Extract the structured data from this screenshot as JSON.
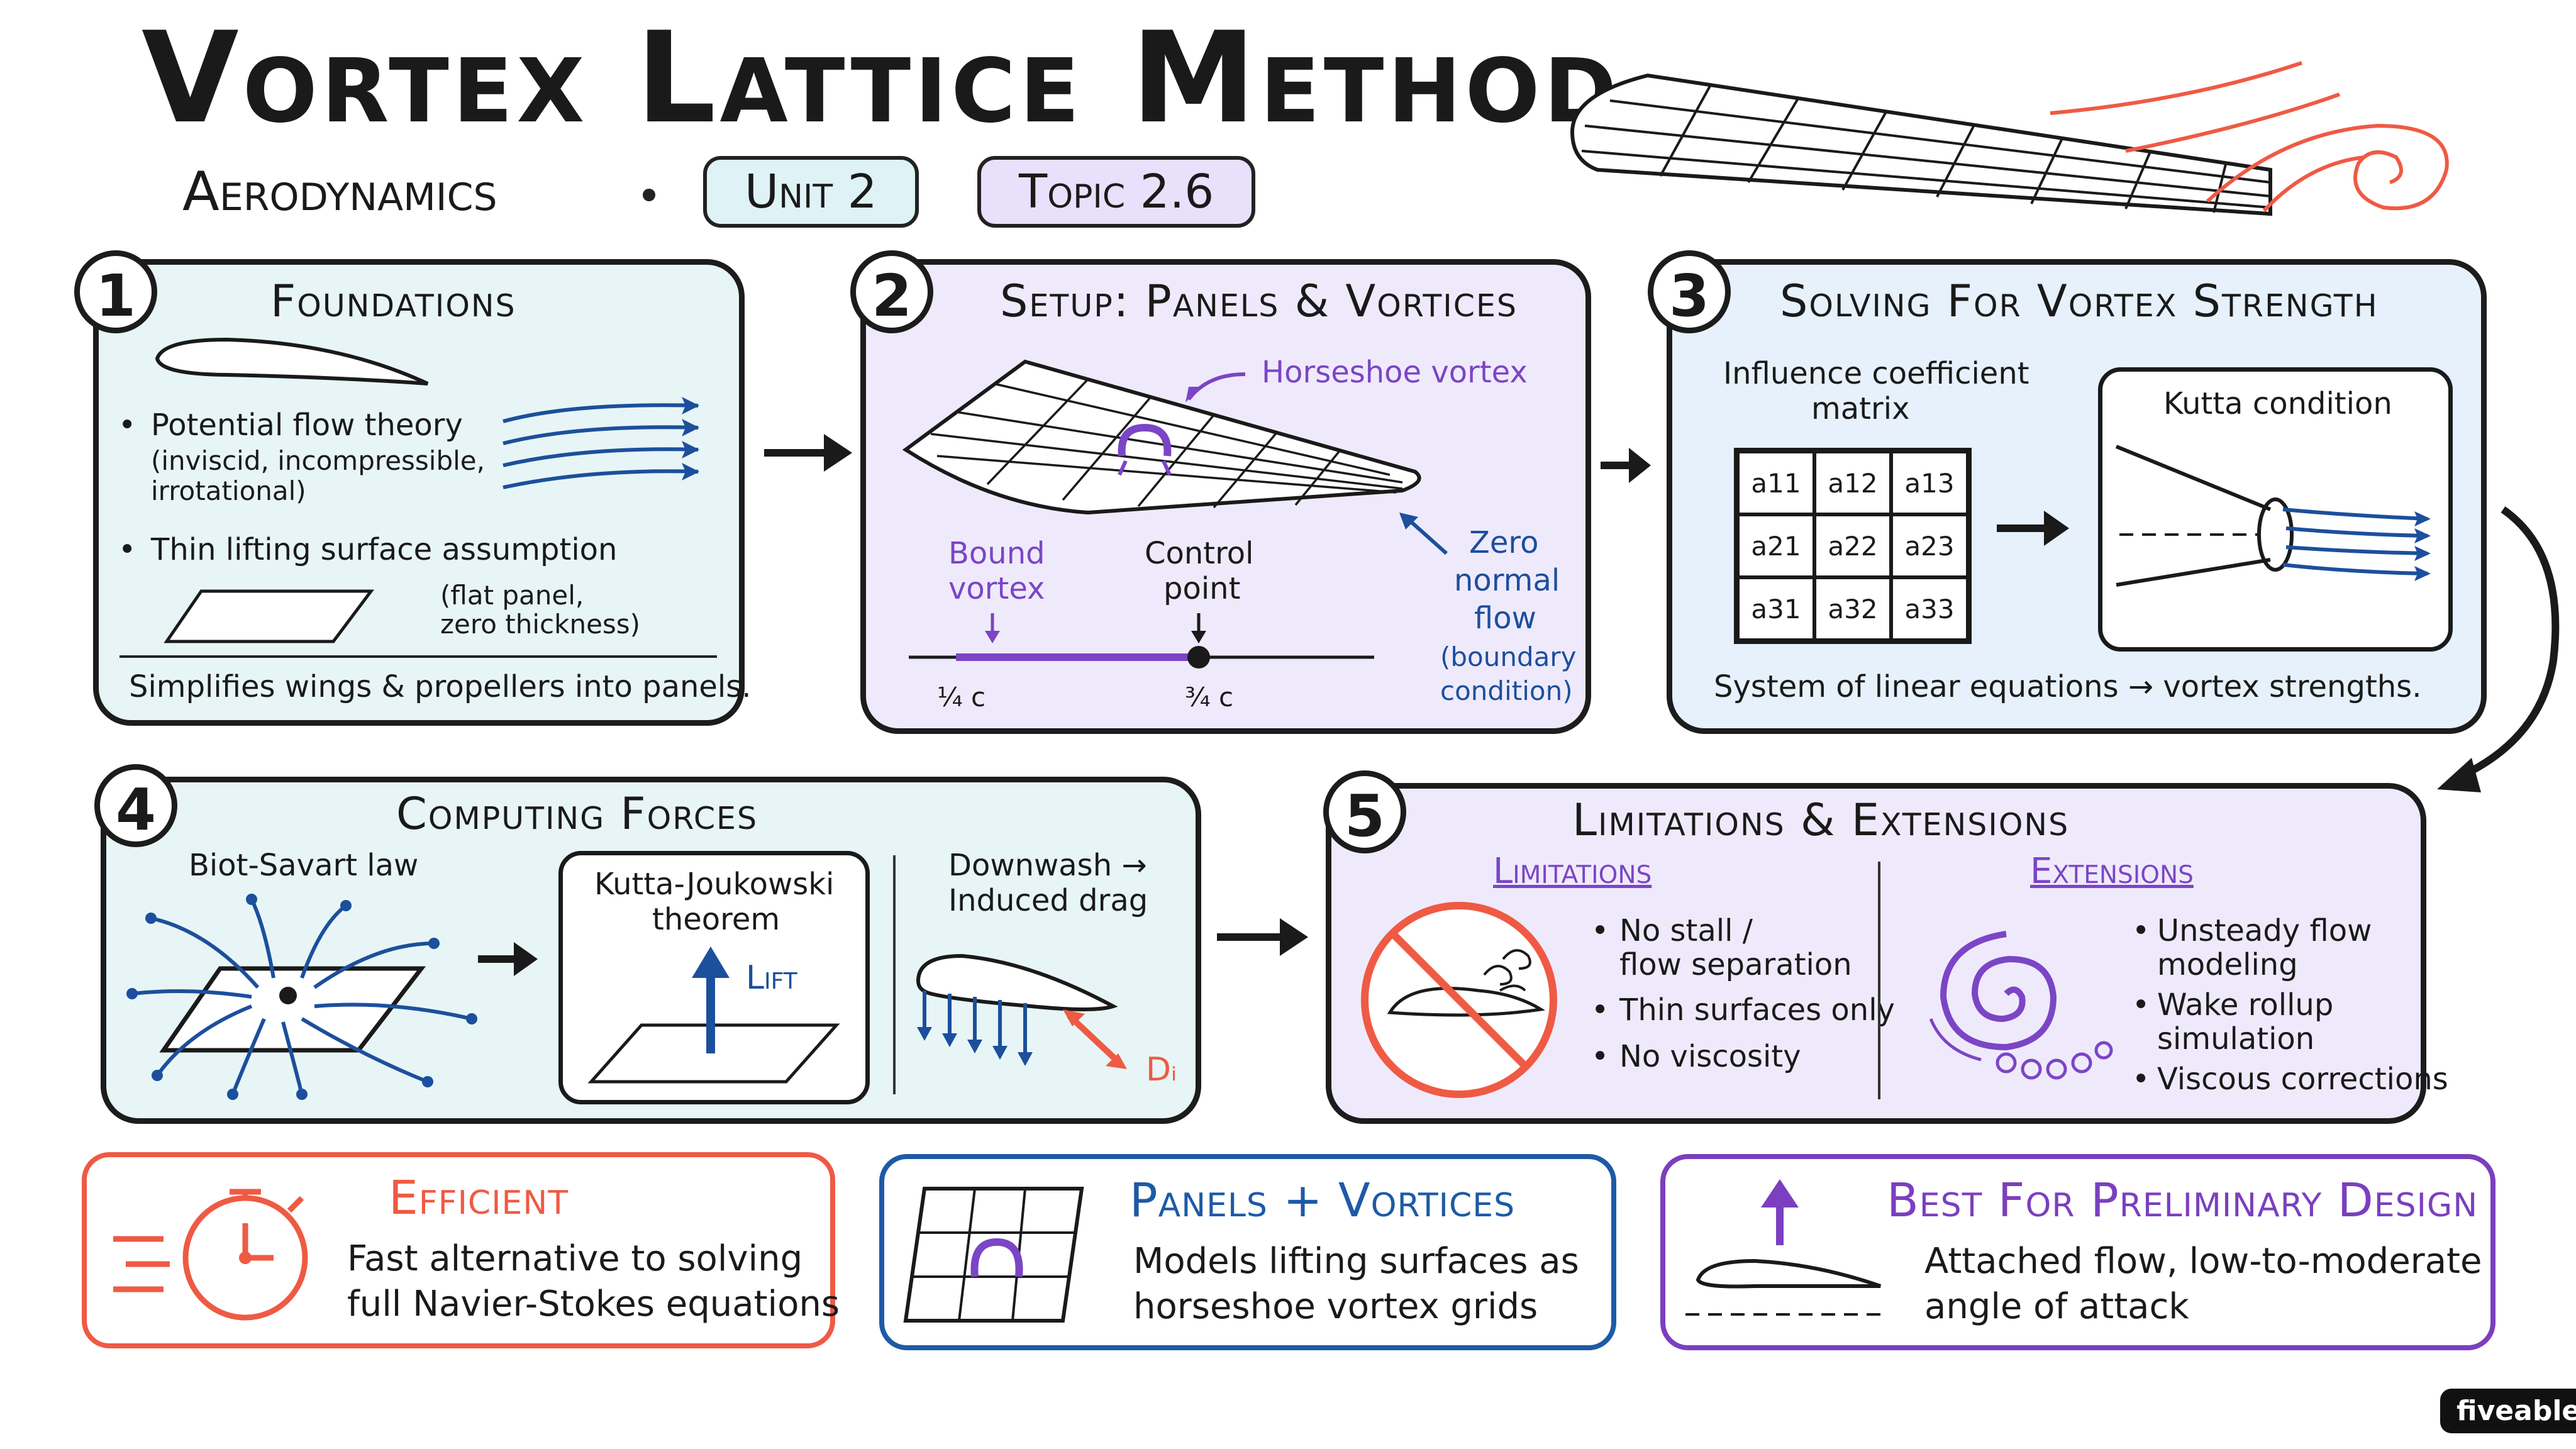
{
  "title": "Vortex Lattice Method",
  "subtitle": {
    "course": "Aerodynamics",
    "unit": "Unit 2",
    "topic": "Topic 2.6"
  },
  "colors": {
    "p1_bg": "#e7f5f6",
    "p2_bg": "#efeafb",
    "p3_bg": "#e6f1fb",
    "efficient": "#ef5a44",
    "panels": "#1d5aa6",
    "design": "#7b3fbf"
  },
  "panels": {
    "p1": {
      "number": "1",
      "title": "Foundations",
      "bullet1": "Potential flow theory",
      "bullet1_sub1": "(inviscid, incompressible,",
      "bullet1_sub2": "irrotational)",
      "bullet2": "Thin lifting surface assumption",
      "note1": "(flat panel,",
      "note2": "zero thickness)",
      "footer": "Simplifies wings & propellers into panels."
    },
    "p2": {
      "number": "2",
      "title": "Setup: Panels & Vortices",
      "horseshoe": "Horseshoe vortex",
      "bound1": "Bound",
      "bound2": "vortex",
      "control1": "Control",
      "control2": "point",
      "quarter": "¼ c",
      "threequarter": "¾ c",
      "zero1": "Zero",
      "zero2": "normal",
      "zero3": "flow",
      "zero4": "(boundary",
      "zero5": "condition)"
    },
    "p3": {
      "number": "3",
      "title": "Solving For Vortex Strength",
      "matrix1": "Influence coefficient",
      "matrix2": "matrix",
      "cells": [
        "a11",
        "a12",
        "a13",
        "a21",
        "a22",
        "a23",
        "a31",
        "a32",
        "a33"
      ],
      "kutta": "Kutta condition",
      "footer": "System of linear equations → vortex strengths."
    },
    "p4": {
      "number": "4",
      "title": "Computing Forces",
      "biot": "Biot-Savart law",
      "kj1": "Kutta-Joukowski",
      "kj2": "theorem",
      "lift": "Lift",
      "down1": "Downwash →",
      "down2": "Induced drag",
      "di": "Dᵢ"
    },
    "p5": {
      "number": "5",
      "title": "Limitations & Extensions",
      "lim_title": "Limitations",
      "lim": [
        "No stall /",
        "flow separation",
        "Thin surfaces only",
        "No viscosity"
      ],
      "ext_title": "Extensions",
      "ext": [
        "Unsteady flow",
        "modeling",
        "Wake rollup",
        "simulation",
        "Viscous corrections"
      ]
    }
  },
  "cards": {
    "efficient": {
      "title": "Efficient",
      "line1": "Fast alternative to solving",
      "line2": "full Navier-Stokes equations"
    },
    "panels": {
      "title": "Panels + Vortices",
      "line1": "Models lifting surfaces as",
      "line2": "horseshoe vortex grids"
    },
    "design": {
      "title": "Best For Preliminary Design",
      "line1": "Attached flow, low-to-moderate",
      "line2": "angle of attack"
    }
  },
  "brand": "fiveable"
}
